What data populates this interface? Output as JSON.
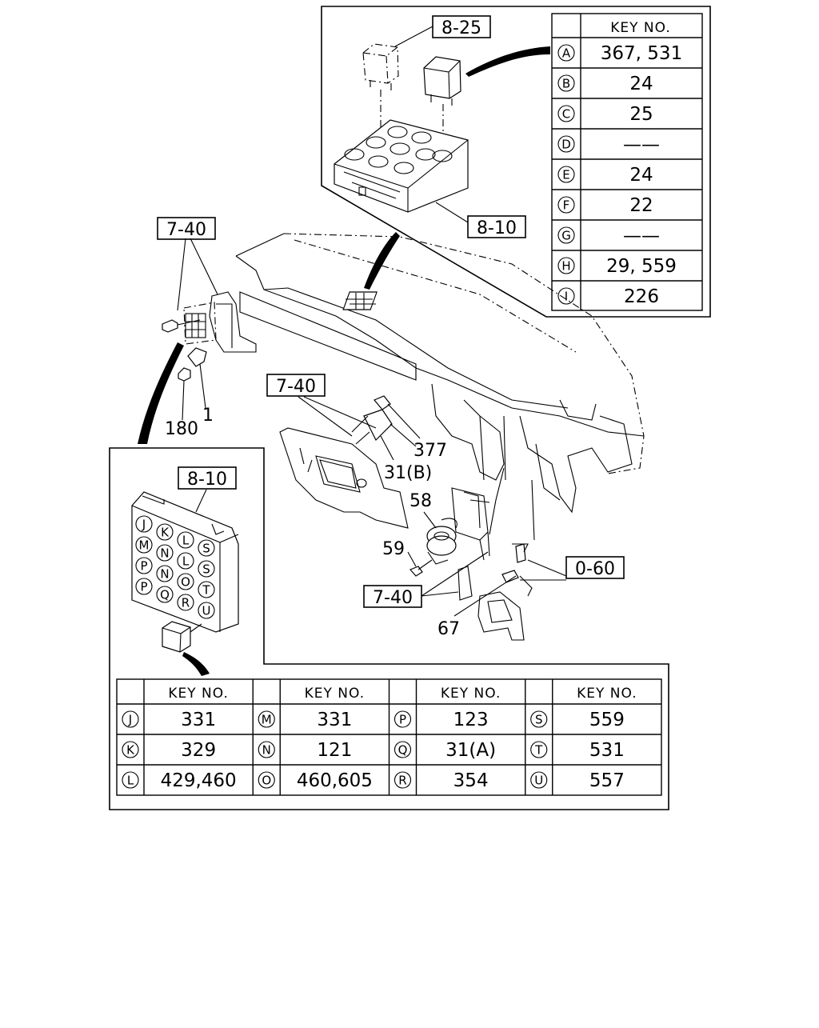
{
  "callouts": {
    "relay_ref": "8-25",
    "fuse_block_ref_top": "8-10",
    "bracket_ref_left": "7-40",
    "bracket_ref_center": "7-40",
    "bracket_ref_bottom": "7-40",
    "clip_ref": "0-60",
    "fuse_block_ref_inset": "8-10"
  },
  "part_labels": {
    "p180": "180",
    "p1": "1",
    "p377": "377",
    "p31b": "31(B)",
    "p58": "58",
    "p59": "59",
    "p67": "67"
  },
  "top_table": {
    "header": "KEY NO.",
    "rows": [
      {
        "letter": "A",
        "value": "367, 531"
      },
      {
        "letter": "B",
        "value": "24"
      },
      {
        "letter": "C",
        "value": "25"
      },
      {
        "letter": "D",
        "value": "——"
      },
      {
        "letter": "E",
        "value": "24"
      },
      {
        "letter": "F",
        "value": "22"
      },
      {
        "letter": "G",
        "value": "——"
      },
      {
        "letter": "H",
        "value": "29, 559"
      },
      {
        "letter": "I",
        "value": "226"
      }
    ]
  },
  "bottom_table": {
    "header": "KEY NO.",
    "columns": [
      [
        {
          "letter": "J",
          "value": "331"
        },
        {
          "letter": "K",
          "value": "329"
        },
        {
          "letter": "L",
          "value": "429,460"
        }
      ],
      [
        {
          "letter": "M",
          "value": "331"
        },
        {
          "letter": "N",
          "value": "121"
        },
        {
          "letter": "O",
          "value": "460,605"
        }
      ],
      [
        {
          "letter": "P",
          "value": "123"
        },
        {
          "letter": "Q",
          "value": "31(A)"
        },
        {
          "letter": "R",
          "value": "354"
        }
      ],
      [
        {
          "letter": "S",
          "value": "559"
        },
        {
          "letter": "T",
          "value": "531"
        },
        {
          "letter": "U",
          "value": "557"
        }
      ]
    ]
  },
  "inset_grid_letters": [
    [
      "J",
      "K",
      "L",
      "S"
    ],
    [
      "M",
      "N",
      "L",
      "S"
    ],
    [
      "P",
      "N",
      "O",
      "T"
    ],
    [
      "P",
      "Q",
      "R",
      "U"
    ]
  ]
}
